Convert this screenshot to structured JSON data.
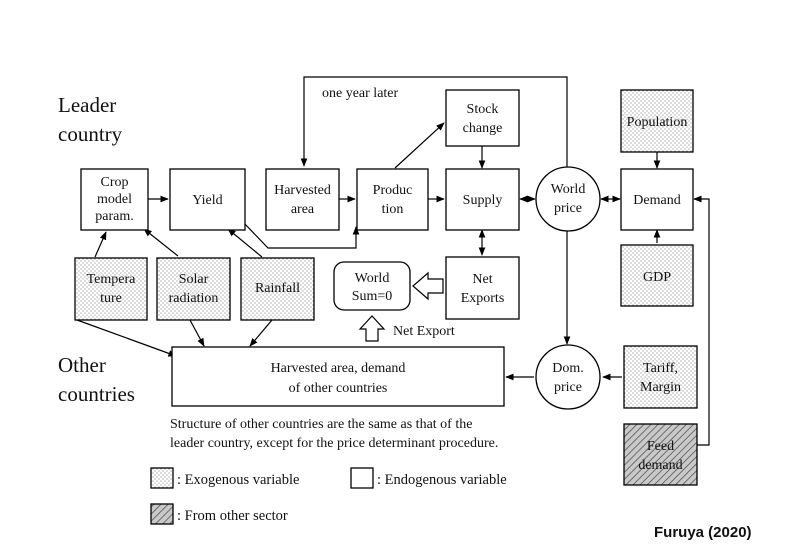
{
  "title_leader": [
    "Leader",
    "country"
  ],
  "title_other": [
    "Other",
    "countries"
  ],
  "note_one_year_later": "one year later",
  "nodes": {
    "crop_model": [
      "Crop",
      "model",
      "param."
    ],
    "yield": [
      "Yield"
    ],
    "harvested_area": [
      "Harvested",
      "area"
    ],
    "production": [
      "Produc",
      "tion"
    ],
    "stock_change": [
      "Stock",
      "change"
    ],
    "supply": [
      "Supply"
    ],
    "world_price": [
      "World",
      "price"
    ],
    "demand": [
      "Demand"
    ],
    "population": [
      "Population"
    ],
    "gdp": [
      "GDP"
    ],
    "net_exports": [
      "Net",
      "Exports"
    ],
    "world_sum": [
      "World",
      "Sum=0"
    ],
    "temperature": [
      "Tempera",
      "ture"
    ],
    "solar_radiation": [
      "Solar",
      "radiation"
    ],
    "rainfall": [
      "Rainfall"
    ],
    "other_countries_box": [
      "Harvested area, demand",
      "of other countries"
    ],
    "dom_price": [
      "Dom.",
      "price"
    ],
    "tariff_margin": [
      "Tariff,",
      "Margin"
    ],
    "feed_demand": [
      "Feed",
      "demand"
    ]
  },
  "net_export_label": "Net Export",
  "structure_note": [
    "Structure of other countries are the same as that of the",
    "leader country, except for the price determinant procedure."
  ],
  "legend": {
    "exogenous": ": Exogenous variable",
    "endogenous": ": Endogenous variable",
    "other_sector": ": From other sector"
  },
  "credit": "Furuya (2020)"
}
